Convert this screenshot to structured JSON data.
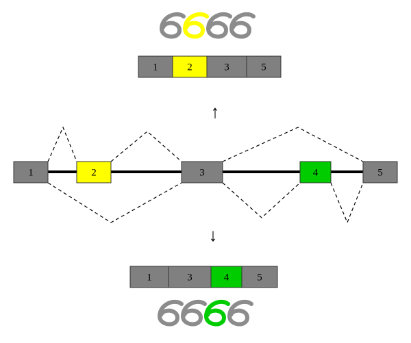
{
  "colors": {
    "exon_default": "#808080",
    "exon_alt_yellow": "#ffff00",
    "exon_alt_green": "#00cc00",
    "curl_grey": "#8c8c8c",
    "curl_yellow": "#ffff00",
    "curl_green": "#00cc00",
    "line": "#000000"
  },
  "gene": {
    "exons": [
      {
        "label": "1",
        "color_key": "exon_default"
      },
      {
        "label": "2",
        "color_key": "exon_alt_yellow"
      },
      {
        "label": "3",
        "color_key": "exon_default"
      },
      {
        "label": "4",
        "color_key": "exon_alt_green"
      },
      {
        "label": "5",
        "color_key": "exon_default"
      }
    ]
  },
  "isoform_top": {
    "exons": [
      {
        "label": "1",
        "color_key": "exon_default"
      },
      {
        "label": "2",
        "color_key": "exon_alt_yellow"
      },
      {
        "label": "3",
        "color_key": "exon_default"
      },
      {
        "label": "5",
        "color_key": "exon_default"
      }
    ],
    "protein_curls": [
      "curl_grey",
      "curl_yellow",
      "curl_grey",
      "curl_grey"
    ]
  },
  "isoform_bottom": {
    "exons": [
      {
        "label": "1",
        "color_key": "exon_default"
      },
      {
        "label": "3",
        "color_key": "exon_default"
      },
      {
        "label": "4",
        "color_key": "exon_alt_green"
      },
      {
        "label": "5",
        "color_key": "exon_default"
      }
    ],
    "protein_curls": [
      "curl_grey",
      "curl_grey",
      "curl_green",
      "curl_grey"
    ]
  },
  "arrows": {
    "up": "↑",
    "down": "↓"
  }
}
